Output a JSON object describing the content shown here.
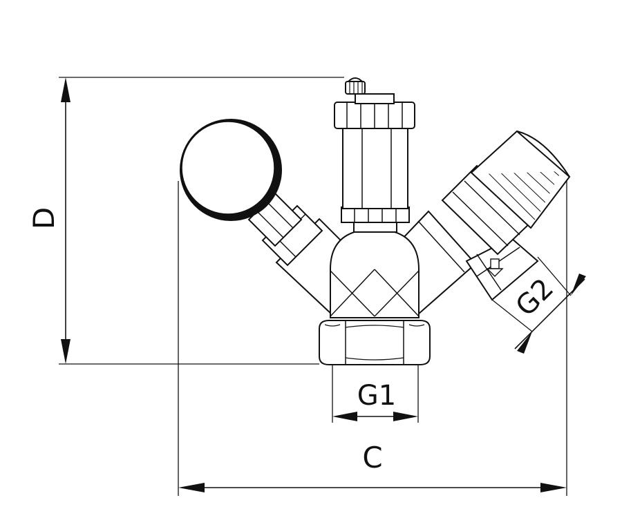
{
  "labels": {
    "dim_d": "D",
    "dim_c": "C",
    "dim_g1": "G1",
    "dim_g2": "G2"
  },
  "colors": {
    "line": "#111111",
    "background": "#ffffff"
  },
  "icons": {
    "flow_arrow": "arrow-down-icon"
  }
}
